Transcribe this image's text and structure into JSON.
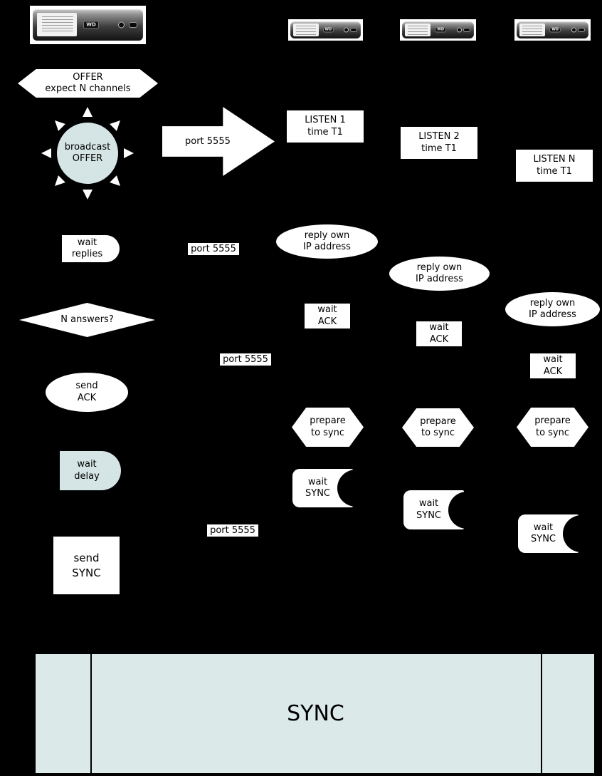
{
  "colors": {
    "background": "#000000",
    "shape_fill": "#ffffff",
    "accent_fill": "#d5e4e4",
    "sync_bar_fill": "#dbe9e9",
    "text": "#000000"
  },
  "devices": {
    "logo": "WD"
  },
  "leader": {
    "offer": {
      "line1": "OFFER",
      "line2": "expect N channels"
    },
    "broadcast": {
      "line1": "broadcast",
      "line2": "OFFER"
    },
    "wait_replies": {
      "line1": "wait",
      "line2": "replies"
    },
    "n_answers": "N answers?",
    "send_ack": {
      "line1": "send",
      "line2": "ACK"
    },
    "wait_delay": {
      "line1": "wait",
      "line2": "delay"
    },
    "send_sync": {
      "line1": "send",
      "line2": "SYNC"
    }
  },
  "labels": {
    "arrow_port": "port 5555",
    "port_1": "port 5555",
    "port_2": "port 5555",
    "port_3": "port 5555"
  },
  "clients": [
    {
      "listen_line1": "LISTEN 1",
      "listen_line2": "time T1",
      "reply_line1": "reply own",
      "reply_line2": "IP address",
      "wait_ack_line1": "wait",
      "wait_ack_line2": "ACK",
      "prepare_line1": "prepare",
      "prepare_line2": "to sync",
      "wait_sync_line1": "wait",
      "wait_sync_line2": "SYNC"
    },
    {
      "listen_line1": "LISTEN 2",
      "listen_line2": "time T1",
      "reply_line1": "reply own",
      "reply_line2": "IP address",
      "wait_ack_line1": "wait",
      "wait_ack_line2": "ACK",
      "prepare_line1": "prepare",
      "prepare_line2": "to sync",
      "wait_sync_line1": "wait",
      "wait_sync_line2": "SYNC"
    },
    {
      "listen_line1": "LISTEN N",
      "listen_line2": "time T1",
      "reply_line1": "reply own",
      "reply_line2": "IP address",
      "wait_ack_line1": "wait",
      "wait_ack_line2": "ACK",
      "prepare_line1": "prepare",
      "prepare_line2": "to sync",
      "wait_sync_line1": "wait",
      "wait_sync_line2": "SYNC"
    }
  ],
  "sync_bar": {
    "label": "SYNC"
  }
}
